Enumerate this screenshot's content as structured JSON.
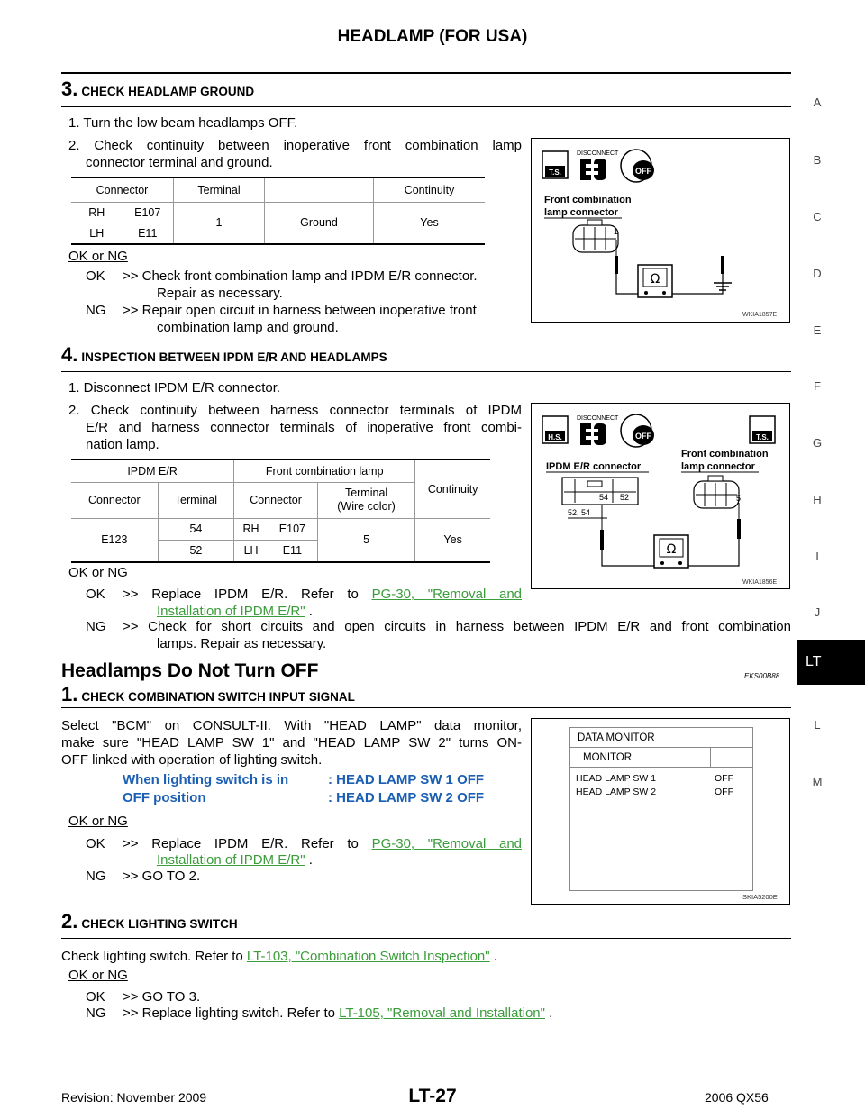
{
  "header": {
    "title": "HEADLAMP (FOR USA)"
  },
  "side_index": [
    "A",
    "B",
    "C",
    "D",
    "E",
    "F",
    "G",
    "H",
    "I",
    "J",
    "LT",
    "L",
    "M"
  ],
  "step3": {
    "num": "3.",
    "title": "CHECK HEADLAMP GROUND",
    "line1": "1. Turn the low beam headlamps OFF.",
    "line2a": "2. Check continuity between inoperative front combination lamp",
    "line2b": "connector terminal and ground.",
    "table": {
      "headers": [
        "Connector",
        "Terminal",
        "",
        "Continuity"
      ],
      "rows": [
        [
          "RH",
          "E107"
        ],
        [
          "LH",
          "E11"
        ]
      ],
      "terminal": "1",
      "ground": "Ground",
      "continuity": "Yes"
    },
    "okng": "OK or NG",
    "ok_label": "OK",
    "ok_line1": ">> Check front combination lamp and IPDM E/R connector.",
    "ok_line2": "Repair as necessary.",
    "ng_label": "NG",
    "ng_line1": ">> Repair open circuit in harness between inoperative front",
    "ng_line2": "combination lamp and ground.",
    "figure": {
      "disconnect": "DISCONNECT",
      "ts": "T.S.",
      "off": "OFF",
      "lbl1": "Front combination",
      "lbl2": "lamp connector",
      "pin": "1",
      "ohm": "Ω",
      "id": "WKIA1857E"
    }
  },
  "step4": {
    "num": "4.",
    "title": "INSPECTION BETWEEN IPDM E/R AND HEADLAMPS",
    "line1": "1. Disconnect IPDM E/R connector.",
    "line2a": "2. Check continuity between harness connector terminals of IPDM",
    "line2b": "E/R and harness connector terminals of inoperative front combi-",
    "line2c": "nation lamp.",
    "table": {
      "h_ipdm": "IPDM E/R",
      "h_front": "Front combination lamp",
      "h_cont": "Continuity",
      "h_connector": "Connector",
      "h_terminal": "Terminal",
      "h_connector2": "Connector",
      "h_terminal2": "Terminal",
      "h_wire": "(Wire color)",
      "conn": "E123",
      "rows": [
        [
          "54",
          "RH",
          "E107"
        ],
        [
          "52",
          "LH",
          "E11"
        ]
      ],
      "term2": "5",
      "cont": "Yes"
    },
    "okng": "OK or NG",
    "ok_label": "OK",
    "ok_pre": ">> Replace IPDM E/R. Refer to ",
    "ok_link1": "PG-30, \"Removal and",
    "ok_link2": "Installation of IPDM E/R\"",
    "ok_post": " .",
    "ng_label": "NG",
    "ng_line1": ">> Check for short circuits and open circuits in harness between IPDM E/R and front combination",
    "ng_line2": "lamps. Repair as necessary.",
    "figure": {
      "hs": "H.S.",
      "disconnect": "DISCONNECT",
      "off": "OFF",
      "ts": "T.S.",
      "ipdm_lbl": "IPDM E/R connector",
      "front_lbl1": "Front combination",
      "front_lbl2": "lamp connector",
      "p54": "54",
      "p52": "52",
      "p5254": "52, 54",
      "p5": "5",
      "ohm": "Ω",
      "id": "WKIA1856E"
    }
  },
  "section": {
    "title": "Headlamps Do Not Turn OFF",
    "code": "EKS00B88"
  },
  "step1": {
    "num": "1.",
    "title": "CHECK COMBINATION SWITCH INPUT SIGNAL",
    "line1": "Select \"BCM\" on CONSULT-II. With \"HEAD LAMP\" data monitor,",
    "line2": "make sure \"HEAD LAMP SW 1\" and \"HEAD LAMP SW 2\" turns ON-",
    "line3": "OFF linked with operation of lighting switch.",
    "cond1": "When lighting switch is in",
    "cond2": "OFF position",
    "val1": ": HEAD LAMP SW 1 OFF",
    "val2": ": HEAD LAMP SW 2 OFF",
    "okng": "OK or NG",
    "ok_label": "OK",
    "ok_pre": ">> Replace IPDM E/R. Refer to ",
    "ok_link1": "PG-30, \"Removal and",
    "ok_link2": "Installation of IPDM E/R\"",
    "ok_post": " .",
    "ng_label": "NG",
    "ng_text": ">> GO TO 2.",
    "figure": {
      "title": "DATA MONITOR",
      "monitor": "MONITOR",
      "r1": "HEAD LAMP SW 1",
      "r1v": "OFF",
      "r2": "HEAD LAMP SW 2",
      "r2v": "OFF",
      "id": "SKIA5200E"
    }
  },
  "step2": {
    "num": "2.",
    "title": "CHECK LIGHTING SWITCH",
    "line_pre": "Check lighting switch. Refer to ",
    "line_link": "LT-103, \"Combination Switch Inspection\"",
    "line_post": " .",
    "okng": "OK or NG",
    "ok_label": "OK",
    "ok_text": ">> GO TO 3.",
    "ng_label": "NG",
    "ng_pre": ">> Replace lighting switch. Refer to ",
    "ng_link": "LT-105, \"Removal and Installation\"",
    "ng_post": " ."
  },
  "footer": {
    "revision": "Revision: November 2009",
    "page": "LT-27",
    "model": "2006 QX56"
  }
}
